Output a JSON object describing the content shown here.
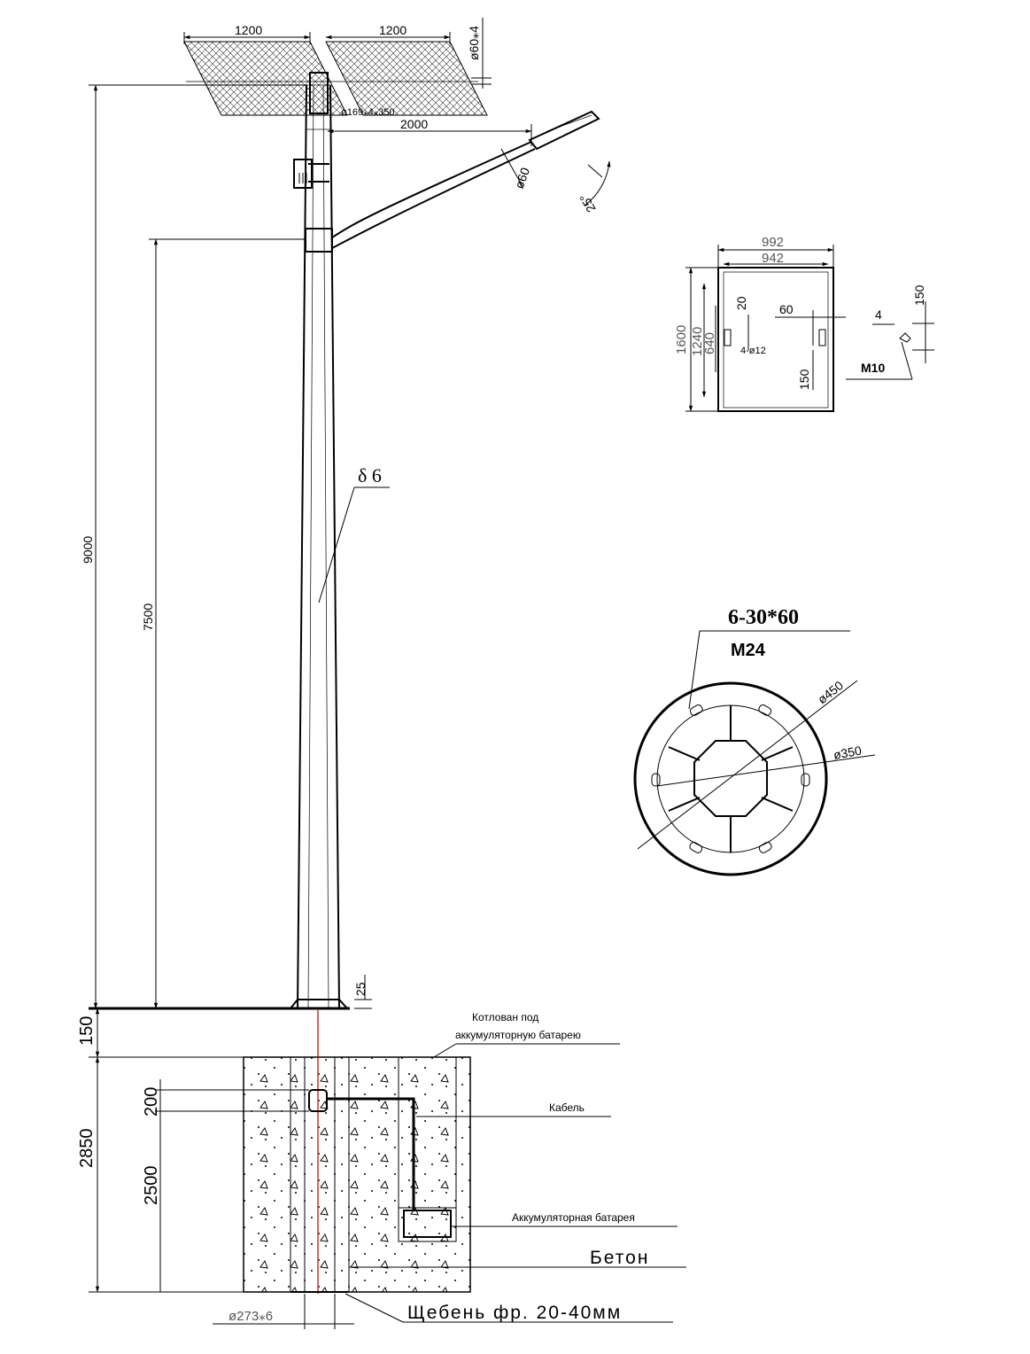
{
  "panel": {
    "width_left": "1200",
    "width_right": "1200",
    "pipe_top": "ø60⁎4",
    "sleeve": "ø169⁎4⁎350"
  },
  "arm": {
    "reach": "2000",
    "tube": "ø60",
    "angle": "25°"
  },
  "pole": {
    "height_total": "9000",
    "height_arm": "7500",
    "wall": "δ 6",
    "flange": "25"
  },
  "module": {
    "outer_width": "992",
    "inner_width": "942",
    "h_outer": "1600",
    "h_mid": "1240",
    "h_inner": "640",
    "dim_20": "20",
    "dim_60": "60",
    "dim_150_side": "150",
    "dim_150_low": "150",
    "dim_4": "4",
    "holes": "4-ø12",
    "bolt": "M10"
  },
  "base_plate": {
    "slots": "6-30*60",
    "bolt": "M24",
    "d_outer": "ø450",
    "d_inner": "ø350"
  },
  "foundation": {
    "dim_150": "150",
    "dim_2850": "2850",
    "dim_200": "200",
    "dim_2500": "2500",
    "pipe": "ø273⁎6"
  },
  "labels": {
    "pit_line1": "Котлован под",
    "pit_line2": "аккумуляторную батарею",
    "cable": "Кабель",
    "battery": "Аккумуляторная батарея",
    "concrete": "Бетон",
    "gravel": "Щебень фр. 20-40мм"
  }
}
